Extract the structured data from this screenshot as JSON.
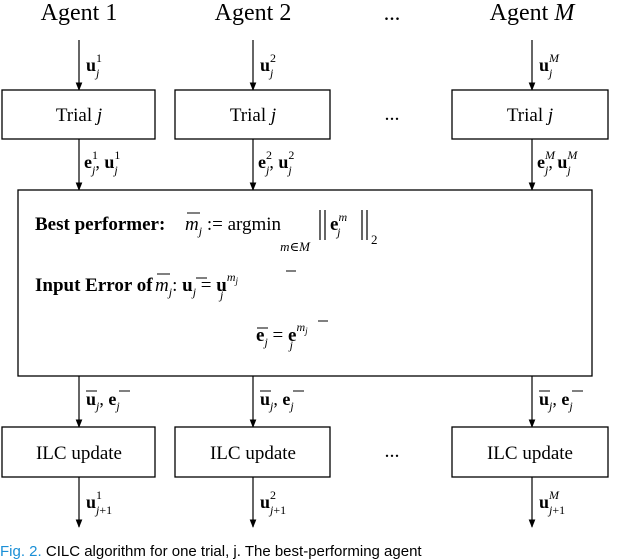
{
  "agents": [
    {
      "header": "Agent 1",
      "sup": "1"
    },
    {
      "header": "Agent 2",
      "sup": "2"
    },
    {
      "header": "",
      "sup": ""
    },
    {
      "header": "Agent M",
      "sup": "M"
    }
  ],
  "ellipsis": "...",
  "trial_label": "Trial j",
  "ilc_label": "ILC update",
  "center": {
    "best_label": "Best performer:",
    "best_expr": "m̄_j := argmin ‖e_j^m‖_2",
    "argmin_sub": "m∈M",
    "input_label": "Input Error of",
    "input_expr": "m̄_j: ū_j = u_j^{m̄_j}",
    "error_expr": "ē_j = e_j^{m̄_j}"
  },
  "signal_labels": {
    "input": "u_j",
    "trial_out": "e_j, u_j",
    "best_out": "ū_j, ē_j",
    "ilc_out": "u_{j+1}"
  },
  "caption": {
    "fig_label": "Fig. 2.",
    "text": "CILC algorithm for one trial, j. The best-performing agent"
  }
}
